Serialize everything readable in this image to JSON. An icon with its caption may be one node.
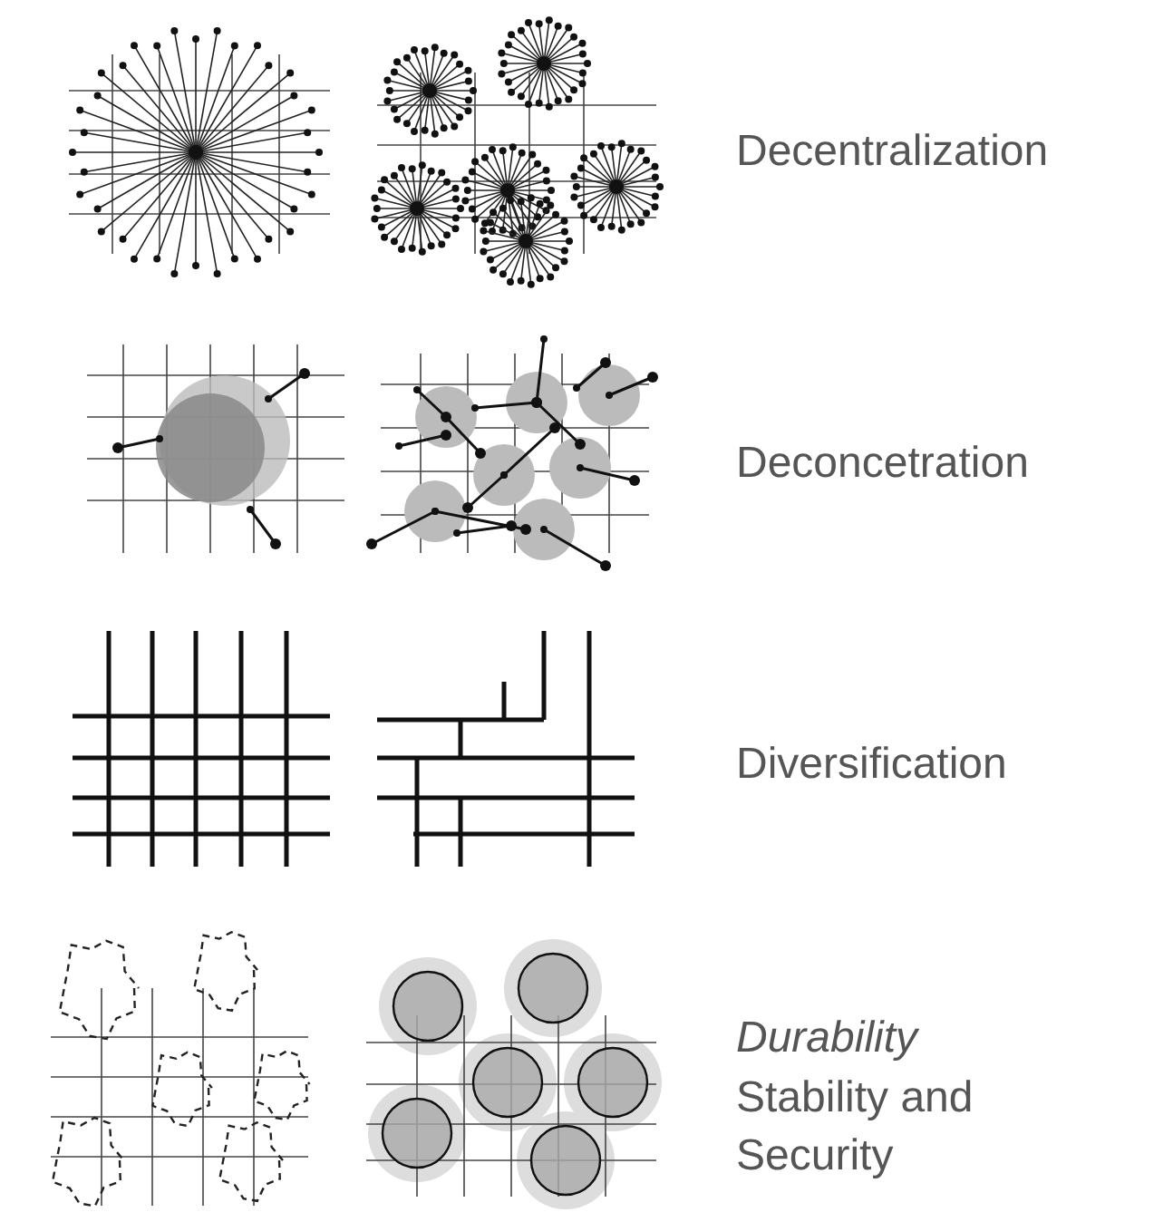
{
  "diagram": {
    "labels": [
      "Decentralization",
      "Deconcetration",
      "Diversification",
      "Durability",
      "Stability and Security"
    ]
  }
}
